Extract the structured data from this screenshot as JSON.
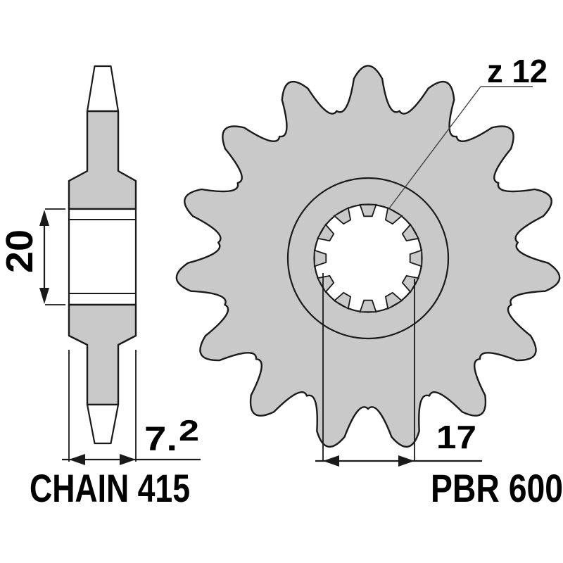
{
  "labels": {
    "teeth": "z 12",
    "bore_diameter": "17",
    "hub_length": "20",
    "tooth_width_main": "7.",
    "tooth_width_sup": "2",
    "chain": "CHAIN 415",
    "model": "PBR 600"
  },
  "colors": {
    "part_fill": "#c9c9c9",
    "line": "#1a1a1a",
    "leader_line": "#444444",
    "background": "#ffffff"
  }
}
